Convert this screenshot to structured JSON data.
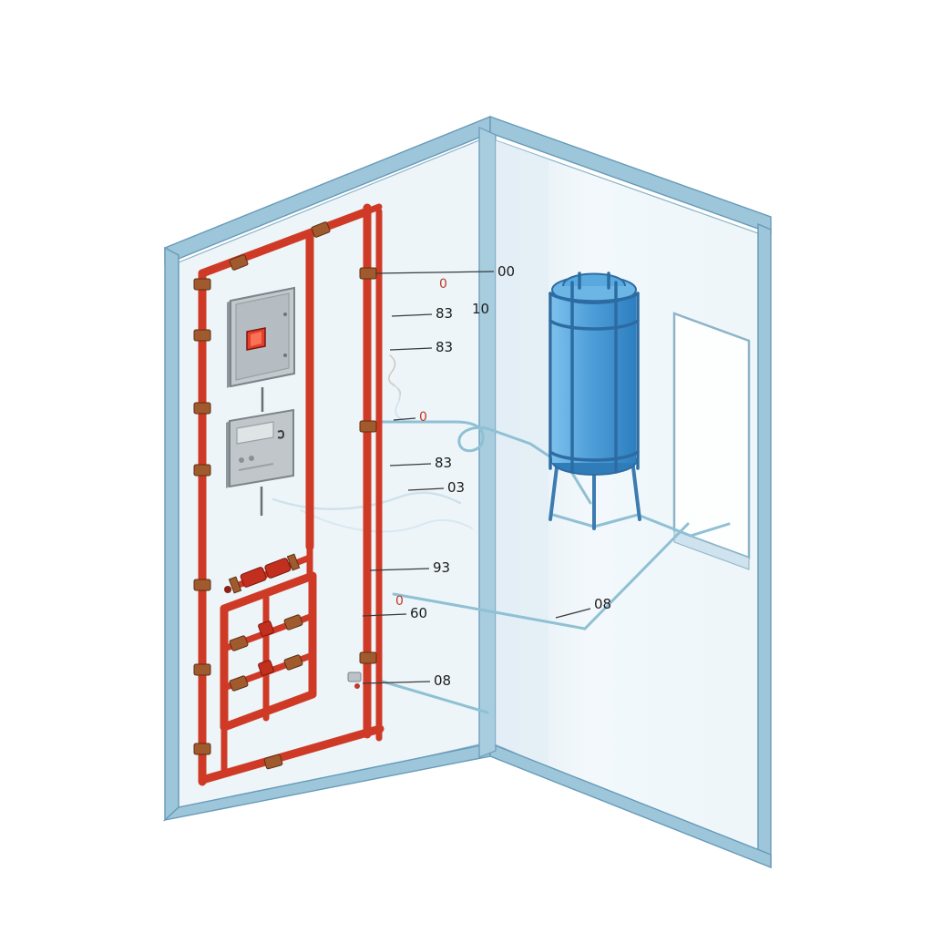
{
  "diagram": {
    "type": "isometric-piping-installation",
    "description_visible_text_only": true
  },
  "labels": [
    {
      "id": "callout-top",
      "text": "00"
    },
    {
      "id": "callout-red-a",
      "text": "0"
    },
    {
      "id": "callout-83-a",
      "text": "83"
    },
    {
      "id": "callout-10",
      "text": "10"
    },
    {
      "id": "callout-83-b",
      "text": "83"
    },
    {
      "id": "callout-red-b",
      "text": "0"
    },
    {
      "id": "callout-83-c",
      "text": "83"
    },
    {
      "id": "callout-03",
      "text": "03"
    },
    {
      "id": "callout-93",
      "text": "93"
    },
    {
      "id": "callout-red-c",
      "text": "0"
    },
    {
      "id": "callout-60",
      "text": "60"
    },
    {
      "id": "callout-08-right",
      "text": "08"
    },
    {
      "id": "callout-08-bottom",
      "text": "08"
    }
  ],
  "palette": {
    "wall_edge": "#8db4c8",
    "wall_band": "#9dc6da",
    "wall_fill_left": "#edf5f9",
    "wall_fill_right": "#f2f8fb",
    "pipe_red": "#cf3a27",
    "fitting_bronze": "#a05a2e",
    "valve_red": "#c22f1f",
    "pipe_blue": "#8fc0d4",
    "tank_blue": "#3f93cf",
    "panel_gray": "#c3c9cd",
    "indicator_red": "#e2402c"
  }
}
